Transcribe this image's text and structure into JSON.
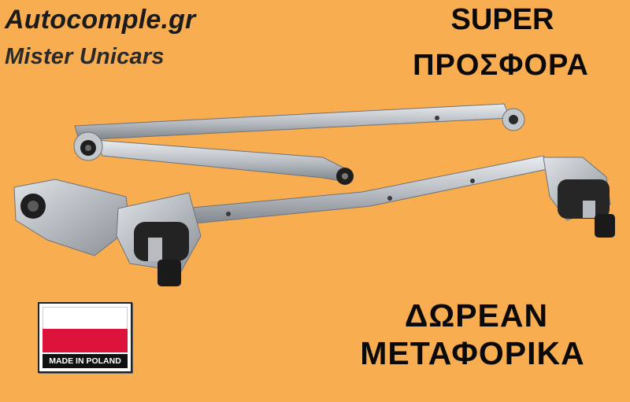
{
  "brand": {
    "site": "Autocomple.gr",
    "name": "Mister Unicars"
  },
  "promo": {
    "line1": "SUPER",
    "line2": "ΠΡΟΣΦΟΡΑ",
    "line3": "ΔΩΡΕΑΝ",
    "line4": "ΜΕΤΑΦΟΡΙΚΑ"
  },
  "badge": {
    "text": "MADE IN POLAND"
  },
  "colors": {
    "background": "#F8AE50",
    "flag_red": "#DC143C",
    "text": "#0a0a0a"
  }
}
